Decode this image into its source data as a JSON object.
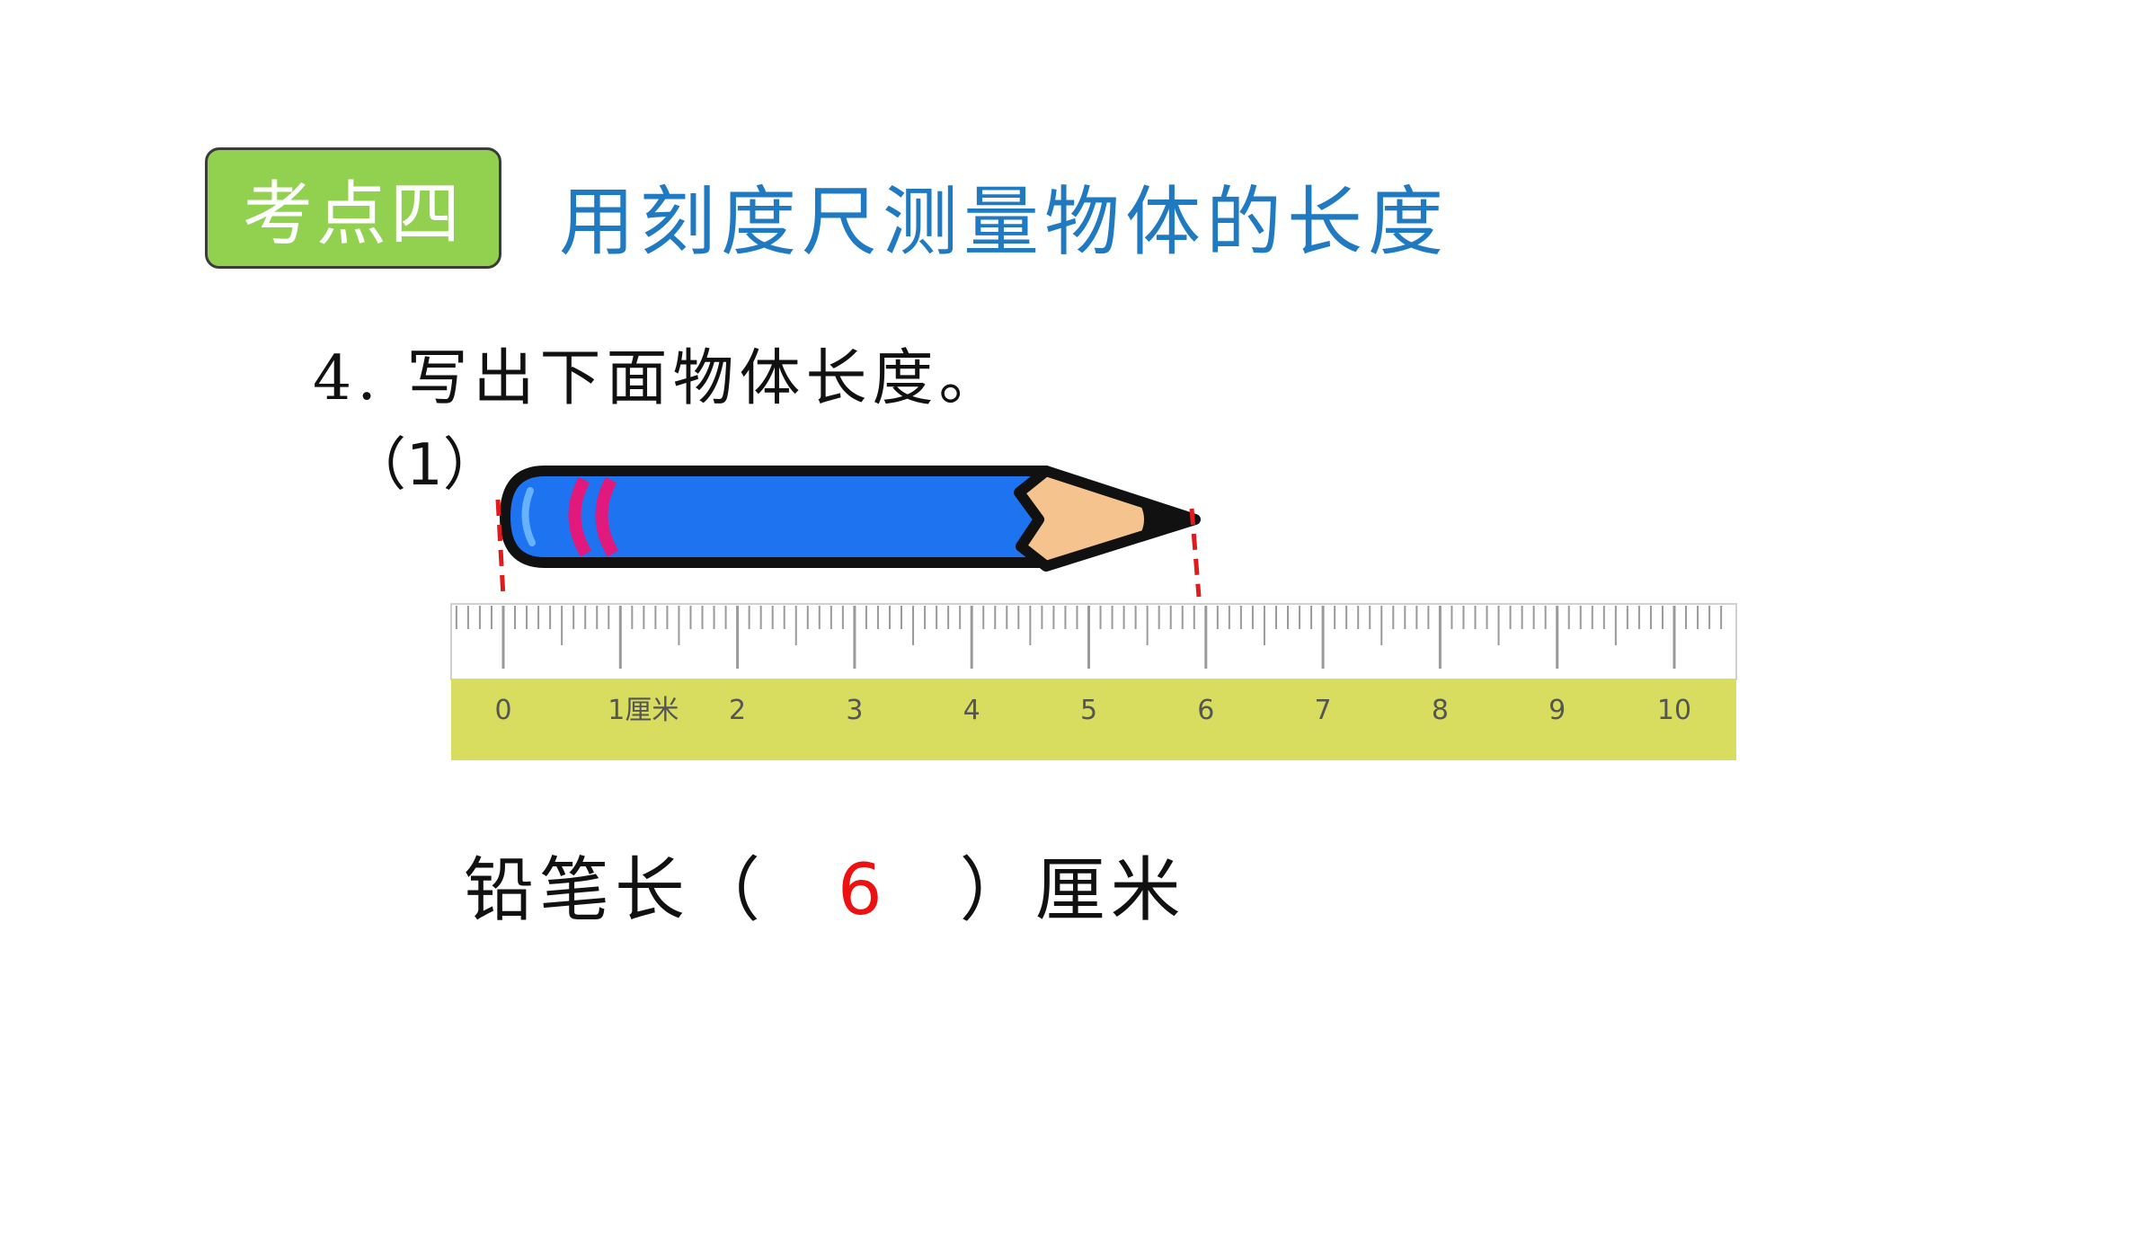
{
  "header": {
    "badge_label": "考点四",
    "title": "用刻度尺测量物体的长度"
  },
  "question": {
    "prompt": "4. 写出下面物体长度。",
    "sub_number": "（1）"
  },
  "ruler": {
    "numbers": [
      "0",
      "1厘米",
      "2",
      "3",
      "4",
      "5",
      "6",
      "7",
      "8",
      "9",
      "10"
    ],
    "pencil_start_cm": 0,
    "pencil_end_cm": 6
  },
  "answer": {
    "prefix": "铅笔长（",
    "value": "6",
    "suffix": "）厘米"
  },
  "colors": {
    "badge_bg": "#92d050",
    "title": "#1f7ac2",
    "ruler_band": "#d9dd5f",
    "pencil_body": "#1e73f0",
    "pencil_stripe": "#e2197d",
    "pencil_wood": "#f5c48e",
    "answer_value": "#ee1111",
    "guide_line": "#e11b1b"
  },
  "icons": {
    "pencil": "pencil-icon",
    "ruler": "ruler-icon"
  }
}
